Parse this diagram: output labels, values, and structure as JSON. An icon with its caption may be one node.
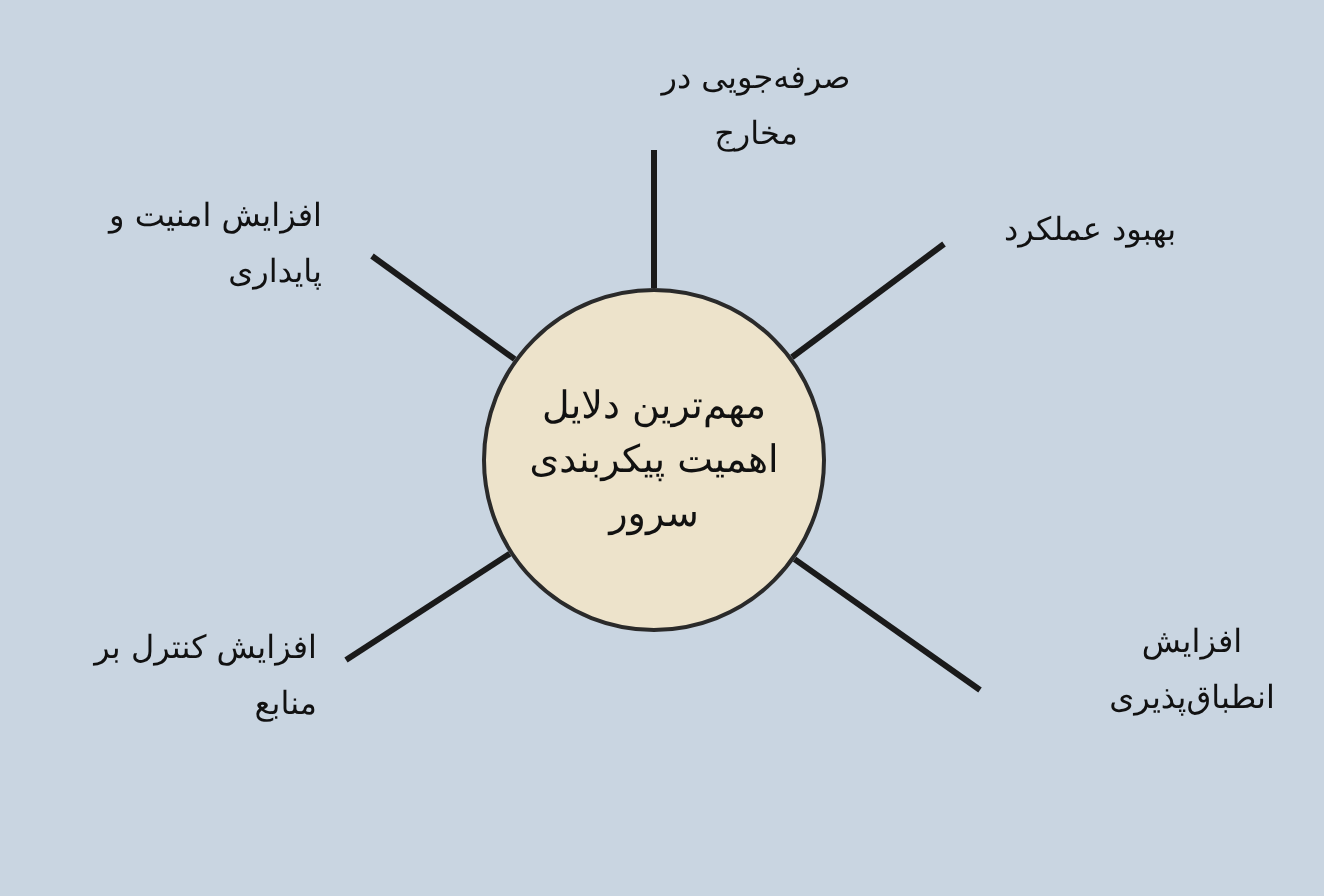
{
  "diagram": {
    "nodes": [
      {
        "text": [
          "مهم‌ترین دلایل اهمیت پیکربندی سرور"
        ]
      },
      {
        "text": [
          "صرفه‌جویی در مخارج"
        ]
      },
      {
        "text": [
          "بهبود عملکرد"
        ]
      },
      {
        "text": [
          "افزایش امنیت و پایداری"
        ]
      },
      {
        "text": [
          "افزایش کنترل بر منابع"
        ]
      },
      {
        "text": [
          "افزایش انطباق‌پذیری"
        ]
      }
    ],
    "edges": [
      {
        "from": 0,
        "to": 1,
        "arrow": "none"
      },
      {
        "from": 0,
        "to": 2,
        "arrow": "none"
      },
      {
        "from": 0,
        "to": 3,
        "arrow": "none"
      },
      {
        "from": 0,
        "to": 4,
        "arrow": "none"
      },
      {
        "from": 0,
        "to": 5,
        "arrow": "none"
      }
    ]
  }
}
